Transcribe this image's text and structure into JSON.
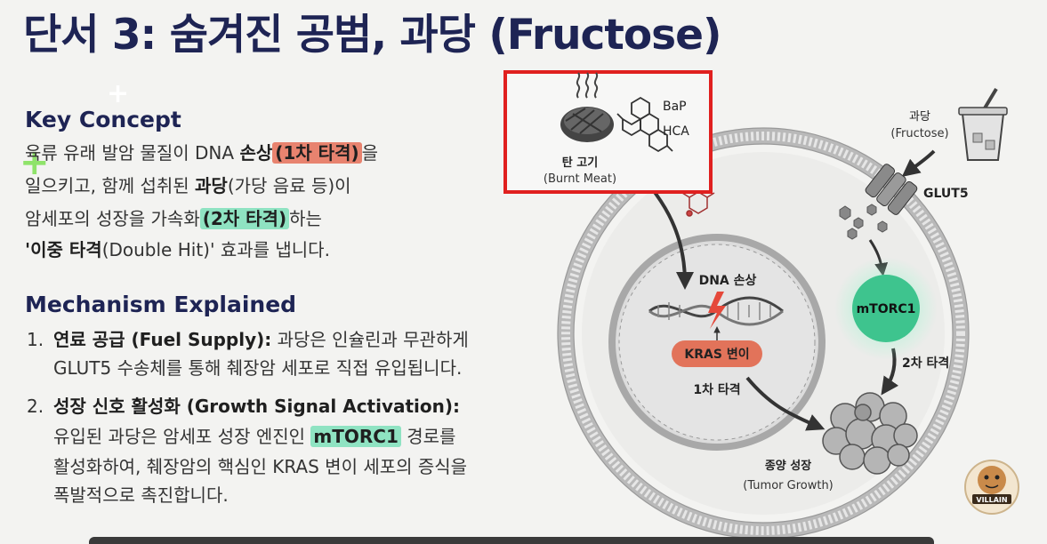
{
  "title": "단서 3: 숨겨진 공범, 과당 (Fructose)",
  "key_concept": {
    "heading": "Key Concept",
    "line1_pre": "육류 유래 발암 물질이 DNA ",
    "line1_bold": "손상",
    "line1_hl": "(1차 타격)",
    "line1_post": "을",
    "line2_pre": "일으키고, 함께 섭취된 ",
    "line2_bold": "과당",
    "line2_post": "(가당 음료 등)이",
    "line3_pre": "암세포의 성장을 가속화",
    "line3_hl": "(2차 타격)",
    "line3_post": "하는",
    "line4_bold": "'이중 타격",
    "line4_post": "(Double Hit)' 효과를 냅니다."
  },
  "mechanism": {
    "heading": "Mechanism Explained",
    "item1_num": "1.",
    "item1_bold": "연료 공급 (Fuel Supply):",
    "item1_rest": " 과당은 인슐린과 무관하게",
    "item1_line2": "GLUT5 수송체를 통해 췌장암 세포로 직접 유입됩니다.",
    "item2_num": "2.",
    "item2_bold": "성장 신호 활성화 (Growth Signal Activation):",
    "item2_line2_pre": "유입된 과당은 암세포 성장 엔진인 ",
    "item2_line2_hl": "mTORC1",
    "item2_line2_post": " 경로를",
    "item2_line3": "활성화하여, 췌장암의 핵심인 KRAS 변이 세포의 증식을",
    "item2_line4": "폭발적으로 촉진합니다."
  },
  "diagram": {
    "meat_label": "탄 고기",
    "meat_sub": "(Burnt Meat)",
    "bap": "BaP",
    "hca": "HCA",
    "fructose_label": "과당",
    "fructose_sub": "(Fructose)",
    "glut5": "GLUT5",
    "dna_damage": "DNA 손상",
    "kras": "KRAS 변이",
    "hit1": "1차 타격",
    "mtorc1": "mTORC1",
    "hit2": "2차 타격",
    "tumor_label": "종양 성장",
    "tumor_sub": "(Tumor Growth)",
    "badge": "VILLAIN"
  },
  "colors": {
    "title": "#1e2454",
    "highlight_red": "#e8836f",
    "highlight_green": "#8fe3c2",
    "kras_fill": "#e2735a",
    "mtorc1_fill": "#3ec48e",
    "frame_red": "#e0201f"
  },
  "icons": [
    "steam-icon",
    "steak-icon",
    "molecule-icon",
    "drink-cup-icon",
    "transporter-icon",
    "dna-helix-icon",
    "lightning-icon",
    "tumor-cluster-icon",
    "villain-badge-icon"
  ]
}
